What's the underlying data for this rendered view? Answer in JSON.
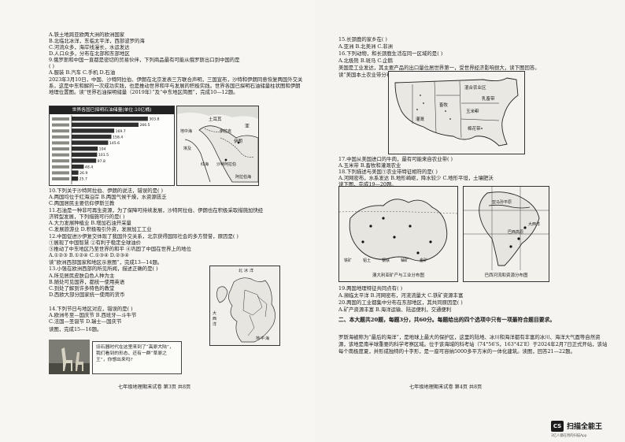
{
  "left_page": {
    "lines": [
      "A.铁土地跨亚欧两大洲的欧洲国家",
      "B.北临北冰洋，东临太平洋，西部波罗的海",
      "C.河流众多，海岸线漫长，水运发达",
      "D.人口众多，分布在北部和东部地区",
      "9.俄罗斯和中国一直都是密切的贸易伙伴，下列商品最有可能从俄罗斯出口到中国的是",
      "(      )",
      "A.服装                          B.汽车                       C.手机                          D.石油"
    ],
    "intro": "2023年3月10日，中国、沙特阿拉伯、伊朗在北京发表三方联合声明，三国宣布，沙特和伊朗同意恢复两国外交关系，这是中东和解的一次成功实践，也是推动世界和平与发展的积极实践。世界各国已探明石油储量柱状图和伊朗地理位置图。读“世界石油探明储量（2019年）”及“中东地区简图”，完成10—12题。",
    "chart_title": "世界各国已探明石油储量(单位:10亿桶)",
    "chart_data": {
      "type": "bar",
      "title": "世界各国已探明石油储量(单位:10亿桶)",
      "values": [
        303.8,
        266.5,
        169.7,
        158.4,
        145.6,
        104.0,
        101.5,
        97.8,
        48.4,
        26.9,
        25.7
      ]
    },
    "map1_labels": [
      "土耳其",
      "伊朗",
      "伊拉克",
      "沙特阿拉伯",
      "亚",
      "阿拉伯海",
      "红海",
      "埃及",
      "地中海"
    ],
    "questions_a": [
      "10.下列关于沙特阿拉伯、伊朗的说法，错误的是(      )",
      "A.两国均位于红海沿岸                B.两国气候干燥，水资源匮乏",
      "C.两国居民主要信仰伊斯兰教",
      "11.石油是一种非可再生资源，为了保障可持续发展，沙特阿拉伯、伊朗也在积极采取措施加快经",
      "济转型发展，下列措施可行的是(      )",
      "A.大力发展种植业              B.增加石油开采量",
      "C.发展旅游业                  D.积极吸引外资，发展加工工业",
      "12.中国促进沙伊复交体现了我国外交关系，北京获得国际社会的多方赞誉，原因是(      )",
      "①展现了中国智慧              ②有利于稳定全球油价",
      "③推动了中东地区乃至世界的和平        ④巩固了中国在世界上的地位",
      "A.①②③         B.①②④          C.①③④           D.②③④",
      "读“欧洲西部国家和地区示意图”，完成13—14题。",
      "13.小强在欧洲西部的所见所闻，描述正确的是(      )",
      "A.所见居民皮肤白色人种为主",
      "B.随处可见国界，都统一使用英语",
      "C.到处了解到许多特色的教堂",
      "D.西欧大部分国家统一使用的货币",
      "14.下列节日与地区对应，错误的是(      )",
      "A.欧洲冬至—国庆节                  B.西班牙—斗牛节",
      "C.法国—圣诞节                D.瑞士—国庆节",
      "读图，完成15—16题。"
    ],
    "europe_map_labels": [
      "北",
      "冰",
      "洋",
      "大",
      "西",
      "洋",
      "地",
      "中",
      "海"
    ],
    "speech": "旧石器时代在这里来到了“高原大陆”，我们看到的形态、还有一群“草原之王”，你想出来吗?",
    "footer": "七年级地理期末试卷  第3页  共8页"
  },
  "right_page": {
    "lines_top": [
      "15.长颈鹿的家乡在(      )",
      "A.亚洲          B.北美洲          C.非洲",
      "16.下列动物，和长颈鹿生活在同一区域的是(      )",
      "A.北极熊          B.斑马          C.企鹅",
      "美国是工业发达，其主要产品的出口量位居世界第一，受世界经济影响很大，读下图回答。",
      "读“美国本土农业带分布图”，完成17—18题。"
    ],
    "us_map_labels": [
      "混合农业区",
      "乳畜带",
      "玉米带",
      "棉花带",
      "畜牧",
      "灌溉"
    ],
    "questions_b": [
      "17.中国从美国进口的牛肉，最有可能来自农业带(      )",
      "A.玉米带                 B.畜牧和灌溉农业",
      "18.下列描述与美国①农业带特征相符的是(      )",
      "A.河网密布，水系发达       B.地形崎岖，降水较少       C.地形平坦，土壤肥沃",
      "读下图，完成19—20题。"
    ],
    "aus_caption": "澳大利亚矿产与工业分布图",
    "sa_caption": "巴西河流和资源分布图",
    "aus_labels": [
      "铁矿",
      "铝土",
      "钢铁",
      "铀矿",
      "金矿"
    ],
    "sa_labels": [
      "大西洋",
      "巴西高原",
      "亚马孙平原"
    ],
    "questions_c": [
      "19.两国地理特征共同点有(      )",
      "A.濒临太平洋          B.河网密布，河流流量大          C.铁矿资源丰富",
      "20.两国的工业都集中分布在东部地区，其共同原因是(      )",
      "A.矿产资源丰富               B.海洋运输、陆运便利，交通便利"
    ],
    "section_title": "二、本大题共20题，每题3分，共60分。每题给出的四个选项中只有一项最符合题目要求。",
    "passage": "罗斯海被称为“最后的海洋”，是地球上最大的保护区，这里的陆地、冰川和海洋都有丰富的冰川、海洋大气面等自然资源，该地是南半球重要的科学考察区域。位于该海域的科考站（74°56′S，163°42′E）于2024年2月7日正式开站，该站每个南极度夏，并形成独特的十字形，是一座可容纳5000多平方米的一体化建筑。读图，回答21—22题。",
    "footer": "七年级地理期末试卷  第4页  共8页"
  },
  "watermark": {
    "badge": "CS",
    "name": "扫描全能王",
    "sub": "3亿人都在用的扫描App"
  }
}
